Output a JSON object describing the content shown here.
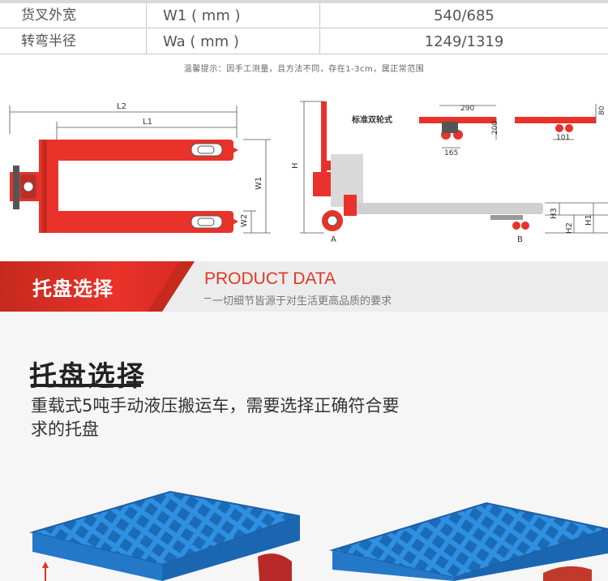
{
  "spec_table": {
    "rows": [
      {
        "label": "货叉外宽",
        "param": "W1 ( mm )",
        "value": "540/685"
      },
      {
        "label": "转弯半径",
        "param": "Wa ( mm )",
        "value": "1249/1319"
      }
    ]
  },
  "note": "温馨提示：因手工测量，且方法不同，存在1-3cm，属正常范围",
  "diagram": {
    "labels": {
      "L2": "L2",
      "L1": "L1",
      "W1": "W1",
      "W2": "W2",
      "H": "H",
      "H1": "H1",
      "H2": "H2",
      "H3": "H3",
      "A": "A",
      "B": "B"
    },
    "wheel_title": "标准双轮式",
    "dims": {
      "d290": "290",
      "d200": "200",
      "d165": "165",
      "d80": "80",
      "d101": "101"
    }
  },
  "banner": {
    "zh_title": "托盘选择",
    "en_title": "PRODUCT DATA",
    "subtitle": "一切细节皆源于对生活更高品质的要求",
    "colors": {
      "accent": "#e43525",
      "dark_red": "#c62a1e"
    }
  },
  "section": {
    "heading": "托盘选择",
    "description": "重载式5吨手动液压搬运车，需要选择正确符合要求的托盘"
  },
  "colors": {
    "truck_red": "#e8322a",
    "pallet_blue": "#2f8fe0"
  }
}
